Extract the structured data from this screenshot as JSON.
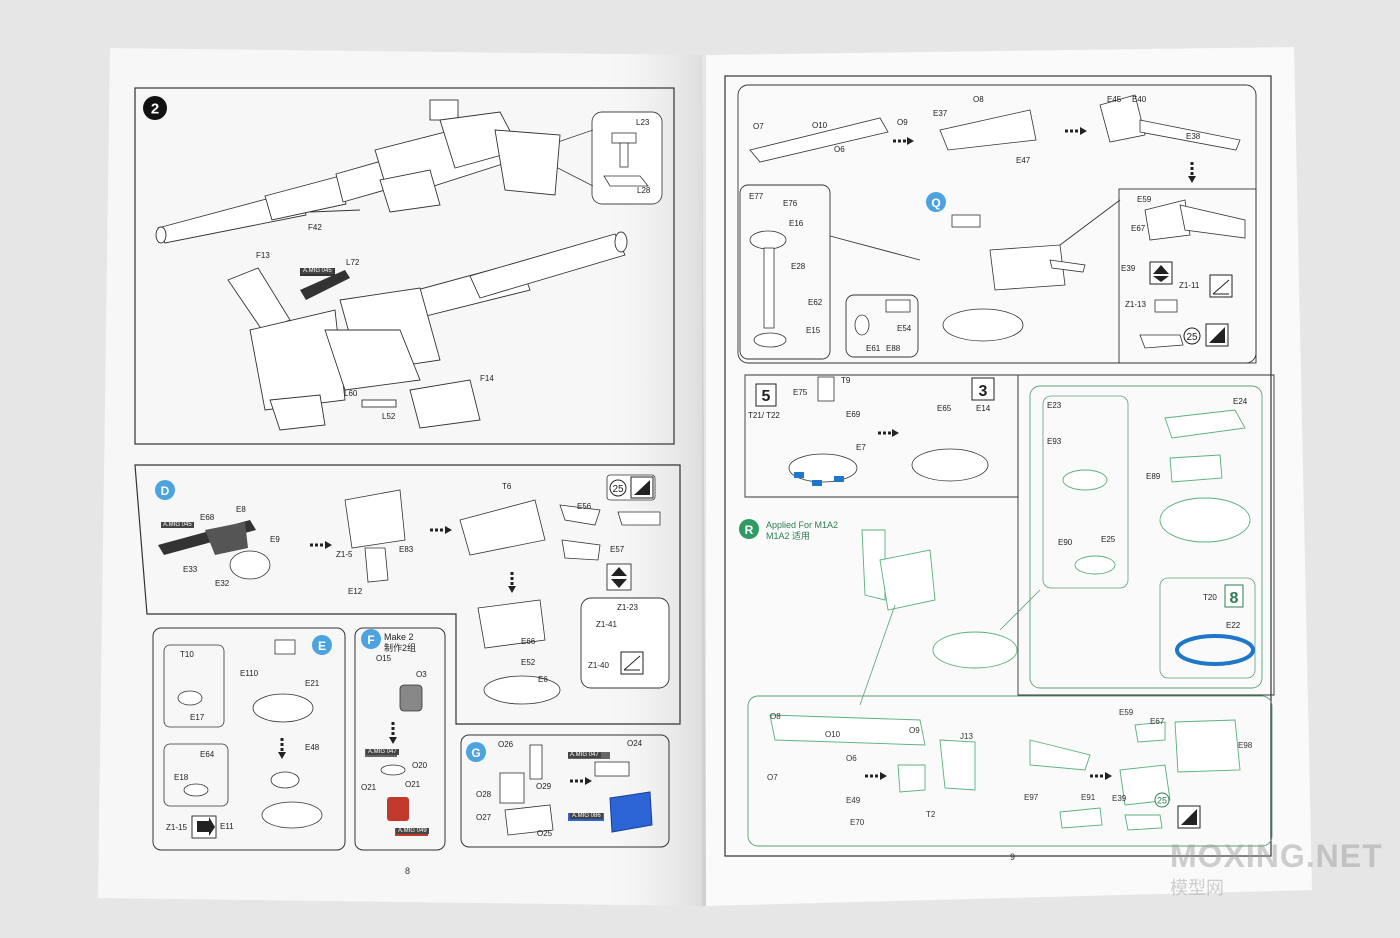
{
  "watermark": {
    "brand": "MOXING.NET",
    "sub": "模型网"
  },
  "left_page": {
    "number": "8",
    "step_2": {
      "badge": "2",
      "labels": [
        "L23",
        "L28",
        "F42",
        "F13",
        "A.MIG 045",
        "L72",
        "F14",
        "L60",
        "L52"
      ]
    },
    "step_D": {
      "badge": "D",
      "labels": [
        "A.MIG 045",
        "E68",
        "E8",
        "E9",
        "E33",
        "E32",
        "Z1-5",
        "E83",
        "E12",
        "T6",
        "E56",
        "E57",
        "E66",
        "E52",
        "E6",
        "Z1-23",
        "Z1-41",
        "Z1-40"
      ],
      "scale": "25"
    },
    "step_E": {
      "badge": "E",
      "labels": [
        "T10",
        "E110",
        "E21",
        "E17",
        "E64",
        "E48",
        "E18",
        "Z1-15",
        "E11"
      ]
    },
    "step_F": {
      "badge": "F",
      "title": "Make 2",
      "title_cn": "制作2组",
      "labels": [
        "O15",
        "O3",
        "A.MIG 047",
        "O20",
        "O21",
        "O21",
        "A.MIG 049"
      ]
    },
    "step_G": {
      "badge": "G",
      "labels": [
        "O26",
        "O29",
        "O28",
        "O27",
        "O25",
        "A.MIG 047",
        "O24",
        "A.MIG 086"
      ]
    }
  },
  "right_page": {
    "number": "9",
    "step_top": {
      "labels": [
        "O7",
        "O10",
        "O6",
        "O9",
        "E37",
        "O8",
        "E47",
        "E45",
        "E40",
        "E38",
        "E59",
        "E67",
        "E39",
        "Z1-11",
        "Z1-13"
      ],
      "scale": "25"
    },
    "step_Q": {
      "badge": "Q",
      "labels": [
        "E77",
        "E76",
        "E16",
        "E28",
        "E62",
        "E15",
        "E54",
        "E61",
        "E88"
      ]
    },
    "step_T": {
      "mult_left": "5",
      "mult_right": "3",
      "labels": [
        "E75",
        "T9",
        "T21/ T22",
        "E69",
        "E7",
        "E65",
        "E14"
      ]
    },
    "step_R": {
      "badge": "R",
      "title": "Applied For M1A2",
      "title_cn": "M1A2 适用",
      "labels": [
        "E23",
        "E24",
        "E93",
        "E89",
        "E90",
        "E25",
        "T20",
        "E22",
        "O8",
        "O10",
        "O9",
        "O7",
        "O6",
        "E49",
        "E70",
        "J13",
        "T2",
        "E97",
        "E91",
        "E39",
        "E59",
        "E67",
        "E98"
      ],
      "mult": "8",
      "scale": "25"
    }
  }
}
